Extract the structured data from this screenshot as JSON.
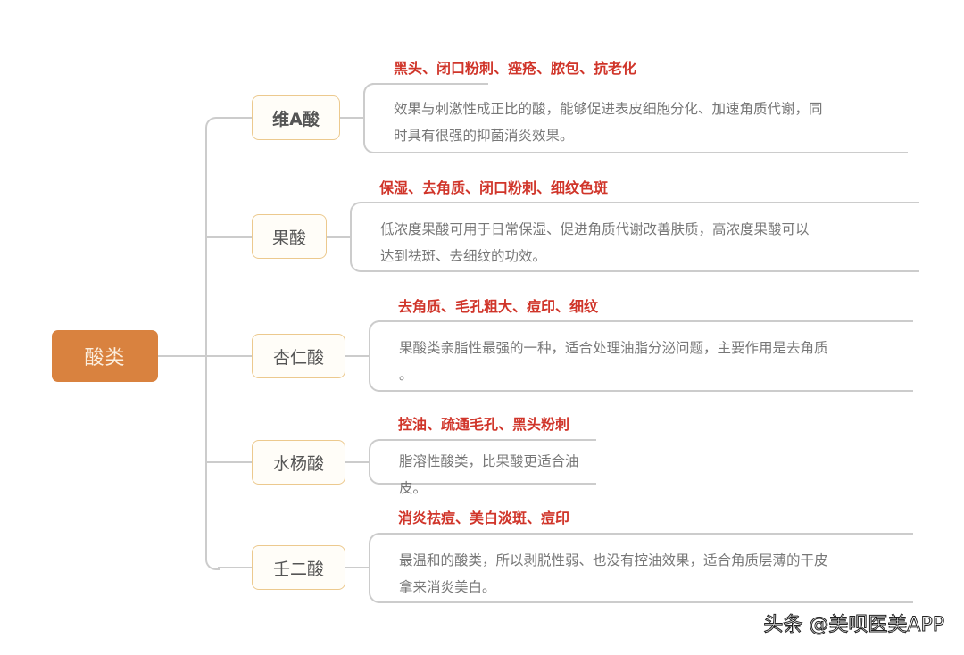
{
  "root": {
    "label": "酸类",
    "color": "#d9823f"
  },
  "branches": [
    {
      "name": "维A酸",
      "tags": "黑头、闭口粉刺、痤疮、脓包、抗老化",
      "description_lines": [
        "效果与刺激性成正比的酸，能够促进表皮细胞分化、加速角质代谢，同",
        "时具有很强的抑菌消炎效果。"
      ]
    },
    {
      "name": "果酸",
      "tags": "保湿、去角质、闭口粉刺、细纹色斑",
      "description_lines": [
        "低浓度果酸可用于日常保湿、促进角质代谢改善肤质，高浓度果酸可以",
        "达到祛斑、去细纹的功效。"
      ]
    },
    {
      "name": "杏仁酸",
      "tags": "去角质、毛孔粗大、痘印、细纹",
      "description_lines": [
        "果酸类亲脂性最强的一种，适合处理油脂分泌问题，主要作用是去角质",
        "。"
      ]
    },
    {
      "name": "水杨酸",
      "tags": "控油、疏通毛孔、黑头粉刺",
      "description_lines": [
        "脂溶性酸类，比果酸更适合油皮。"
      ]
    },
    {
      "name": "壬二酸",
      "tags": "消炎祛痘、美白淡斑、痘印",
      "description_lines": [
        "最温和的酸类，所以剥脱性弱、也没有控油效果，适合角质层薄的干皮",
        "拿来消炎美白。"
      ]
    }
  ],
  "colors": {
    "tag_text": "#d0352a",
    "connector": "#cccccc",
    "node_border": "#ecc98e",
    "body_text": "#777777"
  },
  "watermark": "头条 @美呗医美APP"
}
